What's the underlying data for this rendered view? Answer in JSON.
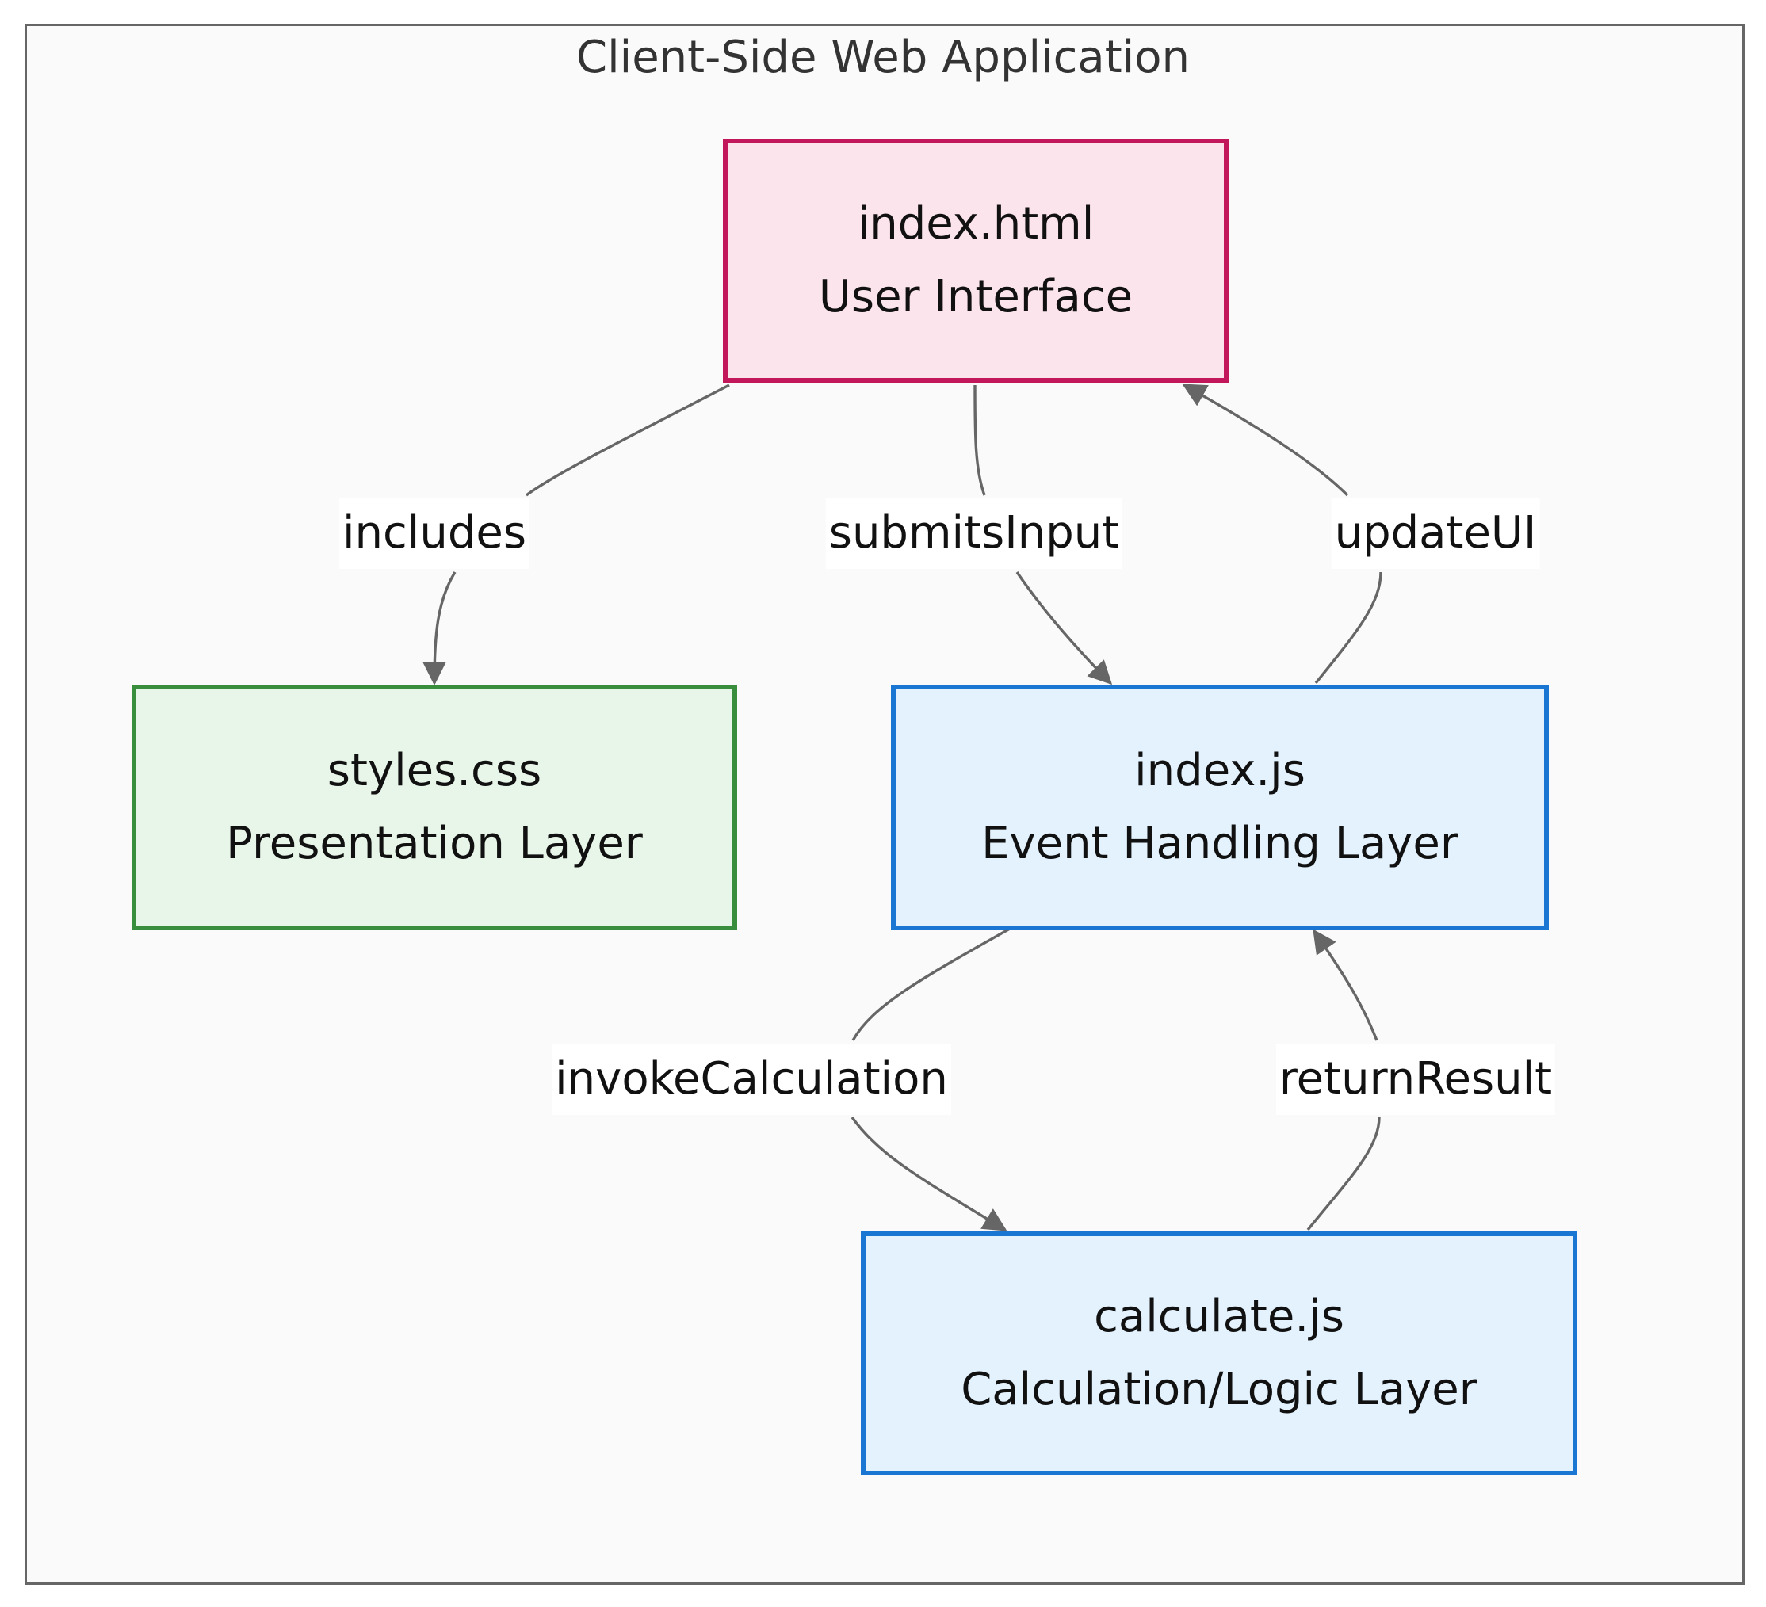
{
  "cluster": {
    "title": "Client-Side Web Application"
  },
  "nodes": [
    {
      "id": "html",
      "file": "index.html",
      "role": "User Interface",
      "fill": "#fce4ec",
      "stroke": "#c2185b"
    },
    {
      "id": "css",
      "file": "styles.css",
      "role": "Presentation Layer",
      "fill": "#e8f5e9",
      "stroke": "#388e3c"
    },
    {
      "id": "js",
      "file": "index.js",
      "role": "Event Handling Layer",
      "fill": "#e3f2fd",
      "stroke": "#1976d2"
    },
    {
      "id": "calc",
      "file": "calculate.js",
      "role": "Calculation/Logic Layer",
      "fill": "#e3f2fd",
      "stroke": "#1976d2"
    }
  ],
  "edges": [
    {
      "from": "html",
      "to": "css",
      "label": "includes"
    },
    {
      "from": "html",
      "to": "js",
      "label": "submitsInput"
    },
    {
      "from": "js",
      "to": "html",
      "label": "updateUI"
    },
    {
      "from": "js",
      "to": "calc",
      "label": "invokeCalculation"
    },
    {
      "from": "calc",
      "to": "js",
      "label": "returnResult"
    }
  ],
  "colors": {
    "edge": "#666666",
    "cluster_border": "#666666",
    "cluster_fill": "#fafafa"
  }
}
